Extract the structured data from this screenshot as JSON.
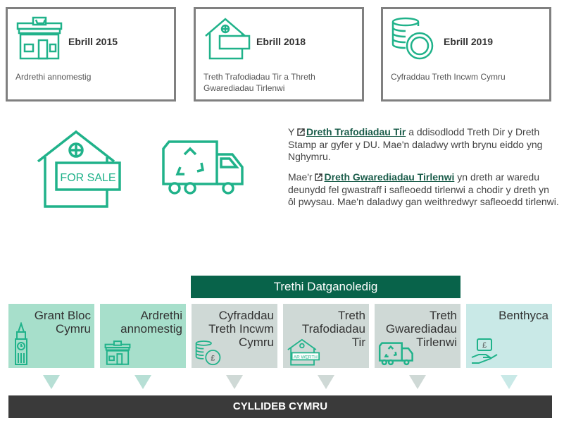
{
  "cards": [
    {
      "date": "Ebrill 2015",
      "desc": "Ardrethi annomestig",
      "icon": "shop-icon"
    },
    {
      "date": "Ebrill 2018",
      "desc": "Treth Trafodiadau Tir a Threth Gwarediadau Tirlenwi",
      "icon": "house-sign-icon"
    },
    {
      "date": "Ebrill 2019",
      "desc": "Cyfraddau Treth Incwm Cymru",
      "icon": "coins-icon"
    }
  ],
  "big_icons": {
    "sign_text": "FOR SALE"
  },
  "paragraphs": [
    {
      "prefix": "Y",
      "link": "Dreth Trafodiadau Tir",
      "rest": "a ddisodlodd Treth Dir y Dreth Stamp ar gyfer y DU. Mae'n daladwy wrth brynu eiddo yng Nghymru."
    },
    {
      "prefix": "Mae'r",
      "link": "Dreth Gwarediadau Tirlenwi",
      "rest": "yn dreth ar waredu deunydd fel gwastraff i safleoedd tirlenwi a chodir y dreth yn ôl pwysau. Mae'n daladwy gan weithredwyr safleoedd tirlenwi."
    }
  ],
  "banner": "Trethi Datganoledig",
  "columns": [
    {
      "label": "Grant Bloc Cymru",
      "icon": "big-ben-icon"
    },
    {
      "label": "Ardrethi annomestig",
      "icon": "shop-icon"
    },
    {
      "label": "Cyfraddau Treth Incwm Cymru",
      "icon": "coins-icon"
    },
    {
      "label": "Treth Trafodiadau Tir",
      "icon": "house-sign-icon",
      "sign": "AR WERTH"
    },
    {
      "label": "Treth Gwarediadau Tirlenwi",
      "icon": "recycling-truck-icon"
    },
    {
      "label": "Benthyca",
      "icon": "hand-money-icon"
    }
  ],
  "footer": "CYLLIDEB CYMRU",
  "colors": {
    "accent": "#20b28a",
    "banner": "#08634a",
    "footer": "#3a3a3a",
    "col_green": "#a7dfcb",
    "col_grey": "#cfd9d6",
    "col_teal": "#c9e9e7",
    "arrow": "#b7dfd5"
  }
}
